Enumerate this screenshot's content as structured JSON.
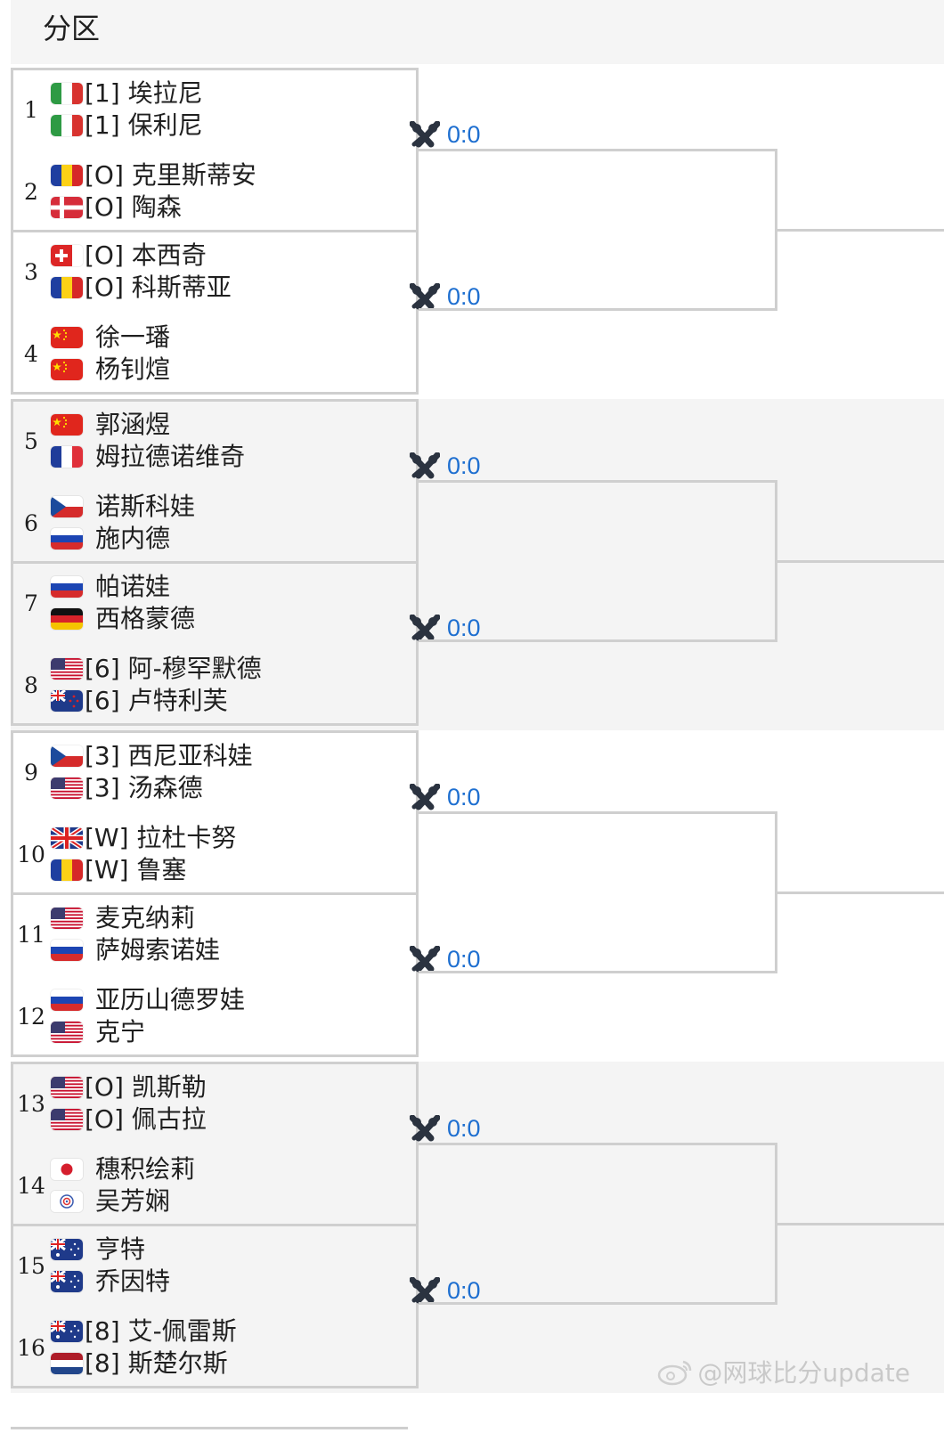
{
  "header": {
    "title": "分区"
  },
  "score_text": "0:0",
  "watermark": "@网球比分update",
  "matches": [
    {
      "seed": "1",
      "players": [
        {
          "flag": "italy",
          "name": "[1] 埃拉尼",
          "seeded": true
        },
        {
          "flag": "italy",
          "name": "[1] 保利尼",
          "seeded": true
        }
      ]
    },
    {
      "seed": "2",
      "players": [
        {
          "flag": "romania",
          "name": "[O] 克里斯蒂安",
          "seeded": true
        },
        {
          "flag": "denmark",
          "name": "[O] 陶森",
          "seeded": true
        }
      ]
    },
    {
      "seed": "3",
      "players": [
        {
          "flag": "switzerland",
          "name": "[O] 本西奇",
          "seeded": true
        },
        {
          "flag": "romania",
          "name": "[O] 科斯蒂亚",
          "seeded": true
        }
      ]
    },
    {
      "seed": "4",
      "players": [
        {
          "flag": "china",
          "name": "徐一璠",
          "seeded": false
        },
        {
          "flag": "china",
          "name": "杨钊煊",
          "seeded": false
        }
      ]
    },
    {
      "seed": "5",
      "players": [
        {
          "flag": "china",
          "name": "郭涵煜",
          "seeded": false
        },
        {
          "flag": "france",
          "name": "姆拉德诺维奇",
          "seeded": false
        }
      ]
    },
    {
      "seed": "6",
      "players": [
        {
          "flag": "czech",
          "name": "诺斯科娃",
          "seeded": false
        },
        {
          "flag": "russia",
          "name": "施内德",
          "seeded": false
        }
      ]
    },
    {
      "seed": "7",
      "players": [
        {
          "flag": "russia",
          "name": "帕诺娃",
          "seeded": false
        },
        {
          "flag": "germany",
          "name": "西格蒙德",
          "seeded": false
        }
      ]
    },
    {
      "seed": "8",
      "players": [
        {
          "flag": "usa",
          "name": "[6] 阿-穆罕默德",
          "seeded": true
        },
        {
          "flag": "newzealand",
          "name": "[6] 卢特利芙",
          "seeded": true
        }
      ]
    },
    {
      "seed": "9",
      "players": [
        {
          "flag": "czech",
          "name": "[3] 西尼亚科娃",
          "seeded": true
        },
        {
          "flag": "usa",
          "name": "[3] 汤森德",
          "seeded": true
        }
      ]
    },
    {
      "seed": "10",
      "players": [
        {
          "flag": "uk",
          "name": "[W] 拉杜卡努",
          "seeded": true
        },
        {
          "flag": "romania",
          "name": "[W] 鲁塞",
          "seeded": true
        }
      ]
    },
    {
      "seed": "11",
      "players": [
        {
          "flag": "usa",
          "name": "麦克纳莉",
          "seeded": false
        },
        {
          "flag": "russia",
          "name": "萨姆索诺娃",
          "seeded": false
        }
      ]
    },
    {
      "seed": "12",
      "players": [
        {
          "flag": "russia",
          "name": "亚历山德罗娃",
          "seeded": false
        },
        {
          "flag": "usa",
          "name": "克宁",
          "seeded": false
        }
      ]
    },
    {
      "seed": "13",
      "players": [
        {
          "flag": "usa",
          "name": "[O] 凯斯勒",
          "seeded": true
        },
        {
          "flag": "usa",
          "name": "[O] 佩古拉",
          "seeded": true
        }
      ]
    },
    {
      "seed": "14",
      "players": [
        {
          "flag": "japan",
          "name": "穗积绘莉",
          "seeded": false
        },
        {
          "flag": "chinesetaipei",
          "name": "吴芳娴",
          "seeded": false
        }
      ]
    },
    {
      "seed": "15",
      "players": [
        {
          "flag": "australia",
          "name": "亨特",
          "seeded": false
        },
        {
          "flag": "australia",
          "name": "乔因特",
          "seeded": false
        }
      ]
    },
    {
      "seed": "16",
      "players": [
        {
          "flag": "australia",
          "name": "[8] 艾-佩雷斯",
          "seeded": true
        },
        {
          "flag": "netherlands",
          "name": "[8] 斯楚尔斯",
          "seeded": true
        }
      ]
    }
  ]
}
